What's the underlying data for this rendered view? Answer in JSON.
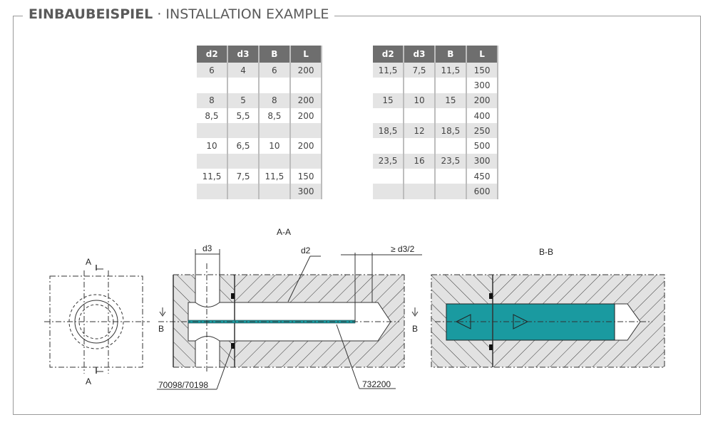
{
  "title": {
    "bold": "EINBAUBEISPIEL",
    "separator": "·",
    "rest": "INSTALLATION EXAMPLE"
  },
  "tables": [
    {
      "headers": [
        "d2",
        "d3",
        "B",
        "L"
      ],
      "rows": [
        [
          "6",
          "4",
          "6",
          "200"
        ],
        [
          "",
          "",
          "",
          ""
        ],
        [
          "8",
          "5",
          "8",
          "200"
        ],
        [
          "8,5",
          "5,5",
          "8,5",
          "200"
        ],
        [
          "",
          "",
          "",
          ""
        ],
        [
          "10",
          "6,5",
          "10",
          "200"
        ],
        [
          "",
          "",
          "",
          ""
        ],
        [
          "11,5",
          "7,5",
          "11,5",
          "150"
        ],
        [
          "",
          "",
          "",
          "300"
        ]
      ]
    },
    {
      "headers": [
        "d2",
        "d3",
        "B",
        "L"
      ],
      "rows": [
        [
          "11,5",
          "7,5",
          "11,5",
          "150"
        ],
        [
          "",
          "",
          "",
          "300"
        ],
        [
          "15",
          "10",
          "15",
          "200"
        ],
        [
          "",
          "",
          "",
          "400"
        ],
        [
          "18,5",
          "12",
          "18,5",
          "250"
        ],
        [
          "",
          "",
          "",
          "500"
        ],
        [
          "23,5",
          "16",
          "23,5",
          "300"
        ],
        [
          "",
          "",
          "",
          "450"
        ],
        [
          "",
          "",
          "",
          "600"
        ]
      ]
    }
  ],
  "drawing": {
    "section_aa": "A-A",
    "section_bb": "B-B",
    "cut_a": "A",
    "cut_b": "B",
    "dim_d3": "d3",
    "dim_d2": "d2",
    "dim_min": "≥ d3/2",
    "part_seal": "70098/70198",
    "part_heater": "732200",
    "accent": "#1a9aa0"
  }
}
